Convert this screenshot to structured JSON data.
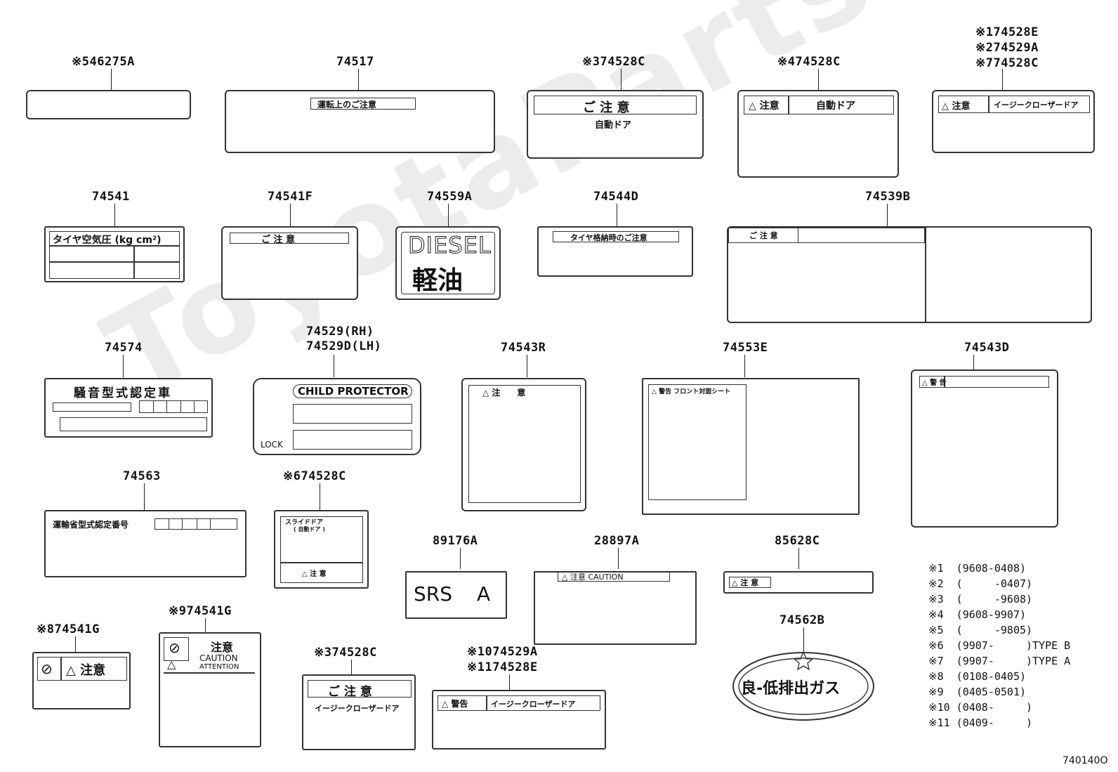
{
  "parts": {
    "p546275A": "※546275A",
    "p74517": "74517",
    "p374528C_top": "※374528C",
    "p474528C": "※474528C",
    "p174528E": "※174528E",
    "p274529A": "※274529A",
    "p774528C": "※774528C",
    "p74541": "74541",
    "p74541F": "74541F",
    "p74559A": "74559A",
    "p74544D": "74544D",
    "p74539B": "74539B",
    "p74574": "74574",
    "p74529RH": "74529(RH)",
    "p74529DLH": "74529D(LH)",
    "p74543R": "74543R",
    "p74553E": "74553E",
    "p74543D": "74543D",
    "p74563": "74563",
    "p674528C": "※674528C",
    "p89176A": "89176A",
    "p28897A": "28897A",
    "p85628C": "85628C",
    "p74562B": "74562B",
    "p874541G": "※874541G",
    "p974541G": "※974541G",
    "p374528C_bot": "※374528C",
    "p1074529A": "※1074529A",
    "p1174528E": "※1174528E"
  },
  "labels": {
    "unten": "運転上のご注意",
    "gochui": "ご 注 意",
    "jidou_door": "自動ドア",
    "chui": "注意",
    "easy_closer": "イージークローザードア",
    "tire_pressure": "タイヤ空気圧 (kg cm²)",
    "diesel": "DIESEL",
    "keiyu": "軽油",
    "tire_storage": "タイヤ格納時のご注意",
    "souon": "騒音型式認定車",
    "child_protector": "CHILD PROTECTOR",
    "lock": "LOCK",
    "chui_spaced": "注　　意",
    "keikoku_front": "警告 フロント対面シート",
    "keikoku": "警 告",
    "unyu": "運輸省型式認定番号",
    "sliding_door": "スライドドア",
    "jidou_door_paren": "( 自動ドア )",
    "chui_small": "注 意",
    "srs": "SRS",
    "srs_a": "A",
    "caution_chui": "注意 CAUTION",
    "caution": "CAUTION",
    "attention": "ATTENTION",
    "keikoku_warn": "警告",
    "low_emission": "良-低排出ガス"
  },
  "legend": [
    "※1  (9608-0408)",
    "※2  (     -0407)",
    "※3  (     -9608)",
    "※4  (9608-9907)",
    "※5  (     -9805)",
    "※6  (9907-     )TYPE B",
    "※7  (9907-     )TYPE A",
    "※8  (0108-0405)",
    "※9  (0405-0501)",
    "※10 (0408-     )",
    "※11 (0409-     )"
  ],
  "diagram_id": "740140O"
}
